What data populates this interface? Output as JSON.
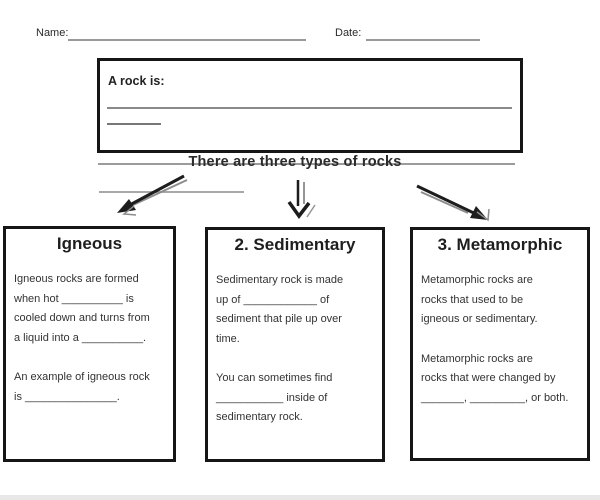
{
  "header": {
    "name_label": "Name:",
    "date_label": "Date:"
  },
  "definition_box": {
    "prompt": "A rock is:"
  },
  "connector": {
    "heading": "There are three types of rocks",
    "arrows": [
      "arrow-down-left",
      "arrow-down",
      "arrow-down-right"
    ]
  },
  "boxes": [
    {
      "title": "Igneous",
      "paragraphs": [
        "Igneous rocks are formed\nwhen hot __________ is\ncooled down and turns from\na liquid into a __________.",
        "An example of igneous rock\nis _______________."
      ]
    },
    {
      "title": "2. Sedimentary",
      "paragraphs": [
        "Sedimentary rock is made\nup of ____________ of\nsediment that pile up over\ntime.",
        "You can sometimes find\n___________ inside of\nsedimentary rock."
      ]
    },
    {
      "title": "3. Metamorphic",
      "paragraphs": [
        "Metamorphic rocks are\nrocks that used to be\nigneous or sedimentary.",
        "Metamorphic rocks are\nrocks that were changed by\n_______, _________, or both."
      ]
    }
  ],
  "colors": {
    "ink": "#1d1d1d",
    "border_black": "#161616",
    "line_gray": "#9a9a9a",
    "footer_gray": "#e8e8e8"
  }
}
